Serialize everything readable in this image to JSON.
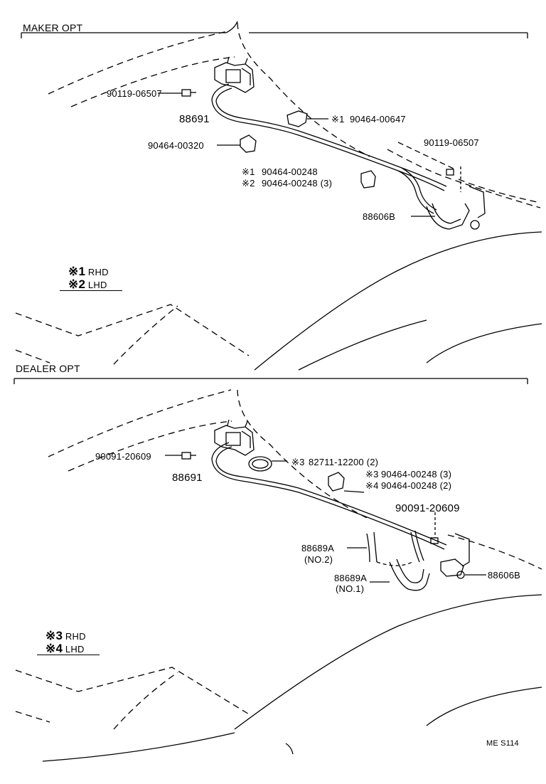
{
  "sections": {
    "maker": {
      "title": "MAKER OPT",
      "parts": {
        "bolt_left": "90119-06507",
        "hose_assy": "88691",
        "clip_mid": "90464-00647",
        "clip_mid_mark": "※1",
        "clip_left": "90464-00320",
        "clamp_a": "90464-00248",
        "clamp_a_mark": "※1",
        "clamp_b": "90464-00248 (3)",
        "clamp_b_mark": "※2",
        "bolt_right": "90119-06507",
        "bracket": "88606B"
      },
      "legend": [
        {
          "mark": "※1",
          "text": "RHD"
        },
        {
          "mark": "※2",
          "text": "LHD"
        }
      ]
    },
    "dealer": {
      "title": "DEALER OPT",
      "parts": {
        "bolt_left": "90091-20609",
        "hose_assy": "88691",
        "clamp": "82711-12200 (2)",
        "clamp_mark": "※3",
        "clip_a": "90464-00248 (3)",
        "clip_a_mark": "※3",
        "clip_b": "90464-00248 (2)",
        "clip_b_mark": "※4",
        "bolt_right": "90091-20609",
        "hose_no2": "88689A",
        "hose_no2_sub": "(NO.2)",
        "hose_no1": "88689A",
        "hose_no1_sub": "(NO.1)",
        "bracket": "88606B"
      },
      "legend": [
        {
          "mark": "※3",
          "text": "RHD"
        },
        {
          "mark": "※4",
          "text": "LHD"
        }
      ]
    }
  },
  "footer_code": "ME S114"
}
